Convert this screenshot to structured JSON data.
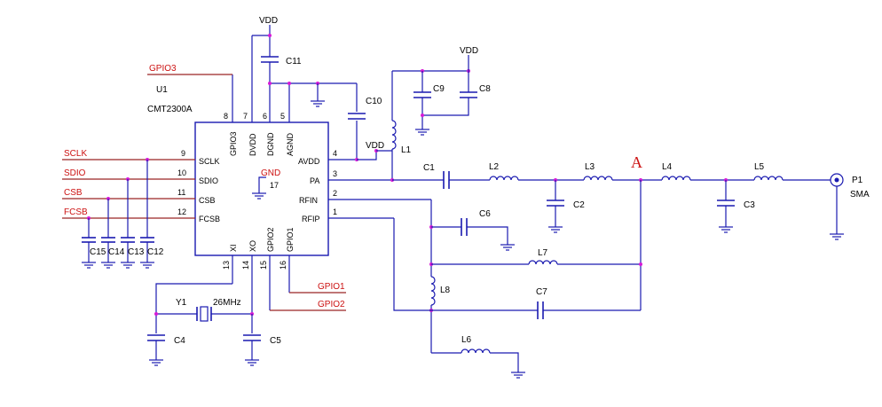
{
  "chip": {
    "ref": "U1",
    "part": "CMT2300A",
    "pins": {
      "p8": {
        "num": "8",
        "name": "GPIO3"
      },
      "p7": {
        "num": "7",
        "name": "DVDD"
      },
      "p6": {
        "num": "6",
        "name": "DGND"
      },
      "p5": {
        "num": "5",
        "name": "AGND"
      },
      "p4": {
        "num": "4",
        "name": "AVDD"
      },
      "p3": {
        "num": "3",
        "name": "PA"
      },
      "p2": {
        "num": "2",
        "name": "RFIN"
      },
      "p1": {
        "num": "1",
        "name": "RFIP"
      },
      "p9": {
        "num": "9",
        "name": "SCLK"
      },
      "p10": {
        "num": "10",
        "name": "SDIO"
      },
      "p11": {
        "num": "11",
        "name": "CSB"
      },
      "p12": {
        "num": "12",
        "name": "FCSB"
      },
      "p13": {
        "num": "13",
        "name": "XI"
      },
      "p14": {
        "num": "14",
        "name": "XO"
      },
      "p15": {
        "num": "15",
        "name": "GPIO2"
      },
      "p16": {
        "num": "16",
        "name": "GPIO1"
      },
      "p17": {
        "num": "17",
        "name": "GND"
      }
    }
  },
  "nets": {
    "vdd": "VDD",
    "gpio3": "GPIO3",
    "sclk": "SCLK",
    "sdio": "SDIO",
    "csb": "CSB",
    "fcsb": "FCSB",
    "gpio1": "GPIO1",
    "gpio2": "GPIO2",
    "node_a": "A"
  },
  "components": {
    "c1": "C1",
    "c2": "C2",
    "c3": "C3",
    "c4": "C4",
    "c5": "C5",
    "c6": "C6",
    "c7": "C7",
    "c8": "C8",
    "c9": "C9",
    "c10": "C10",
    "c11": "C11",
    "c12": "C12",
    "c13": "C13",
    "c14": "C14",
    "c15": "C15",
    "l1": "L1",
    "l2": "L2",
    "l3": "L3",
    "l4": "L4",
    "l5": "L5",
    "l6": "L6",
    "l7": "L7",
    "l8": "L8",
    "y1": "Y1",
    "y1_freq": "26MHz",
    "p1": "P1",
    "p1_type": "SMA"
  },
  "colors": {
    "wire": "#1a1ab0",
    "net_label": "#cc1111",
    "junction": "#d61ad6"
  }
}
